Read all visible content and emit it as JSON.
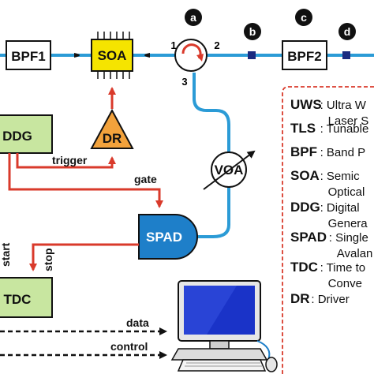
{
  "blocks": {
    "bpf1": "BPF1",
    "soa": "SOA",
    "bpf2": "BPF2",
    "dr": "DR",
    "ddg": "DDG",
    "voa": "VOA",
    "spad": "SPAD",
    "tdc": "TDC"
  },
  "points": {
    "a": "a",
    "b": "b",
    "c": "c",
    "d": "d"
  },
  "ports": {
    "p1": "1",
    "p2": "2",
    "p3": "3"
  },
  "signals": {
    "trigger": "trigger",
    "gate": "gate",
    "start": "start",
    "stop": "stop",
    "data": "data",
    "control": "control"
  },
  "legend": [
    {
      "key": "UWS",
      "line1": ": Ultra W",
      "line2": "Laser S"
    },
    {
      "key": "TLS",
      "line1": ": Tunable",
      "line2": ""
    },
    {
      "key": "BPF",
      "line1": ": Band P",
      "line2": ""
    },
    {
      "key": "SOA",
      "line1": ": Semic",
      "line2": "Optical"
    },
    {
      "key": "DDG",
      "line1": ": Digital",
      "line2": "Genera"
    },
    {
      "key": "SPAD",
      "line1": ": Single",
      "line2": "Avalan"
    },
    {
      "key": "TDC",
      "line1": ": Time to",
      "line2": "Conve"
    },
    {
      "key": "DR",
      "line1": ": Driver",
      "line2": ""
    }
  ],
  "colors": {
    "fiber": "#2b9bd6",
    "electric": "#d93a2b",
    "green_box": "#c8e6a0",
    "soa_yellow": "#f5e400",
    "dr_orange": "#f2a23c",
    "spad_blue": "#1e7fc9",
    "marker_navy": "#1a2a80",
    "legend_border": "#d93a2b"
  }
}
